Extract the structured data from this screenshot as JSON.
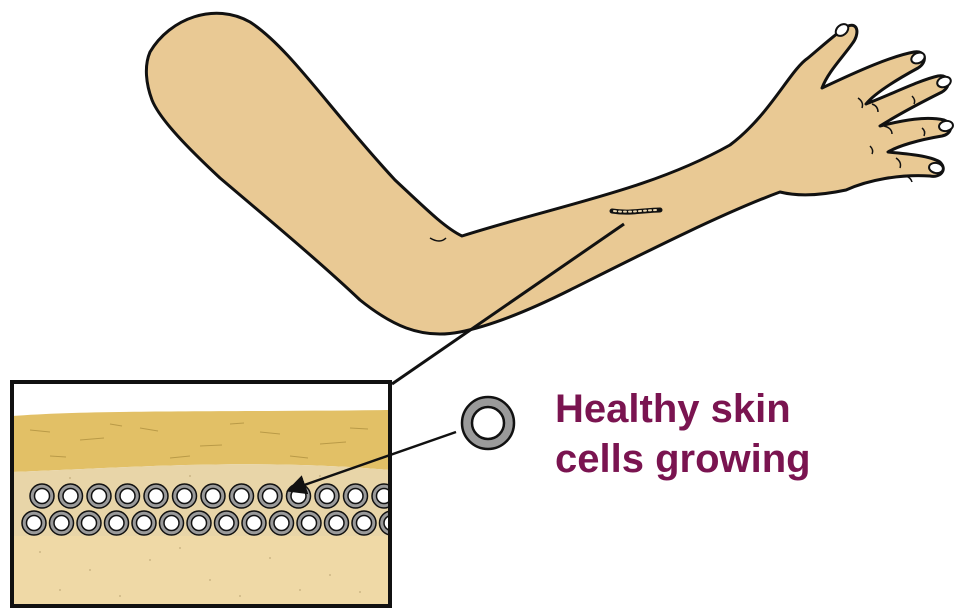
{
  "caption": {
    "line1": "Healthy skin",
    "line2": "cells growing"
  },
  "colors": {
    "skin": "#e9c994",
    "outline": "#111111",
    "label": "#7a1450",
    "epidermis_top": "#e2c066",
    "dermis": "#efd9a6",
    "cell_ring": "#9a9a9a"
  },
  "icons": {
    "cell": "cell-ring-icon",
    "wound": "scar-icon",
    "pointer": "arrow-icon"
  },
  "cell_rows": [
    {
      "count": 13
    },
    {
      "count": 14
    }
  ]
}
